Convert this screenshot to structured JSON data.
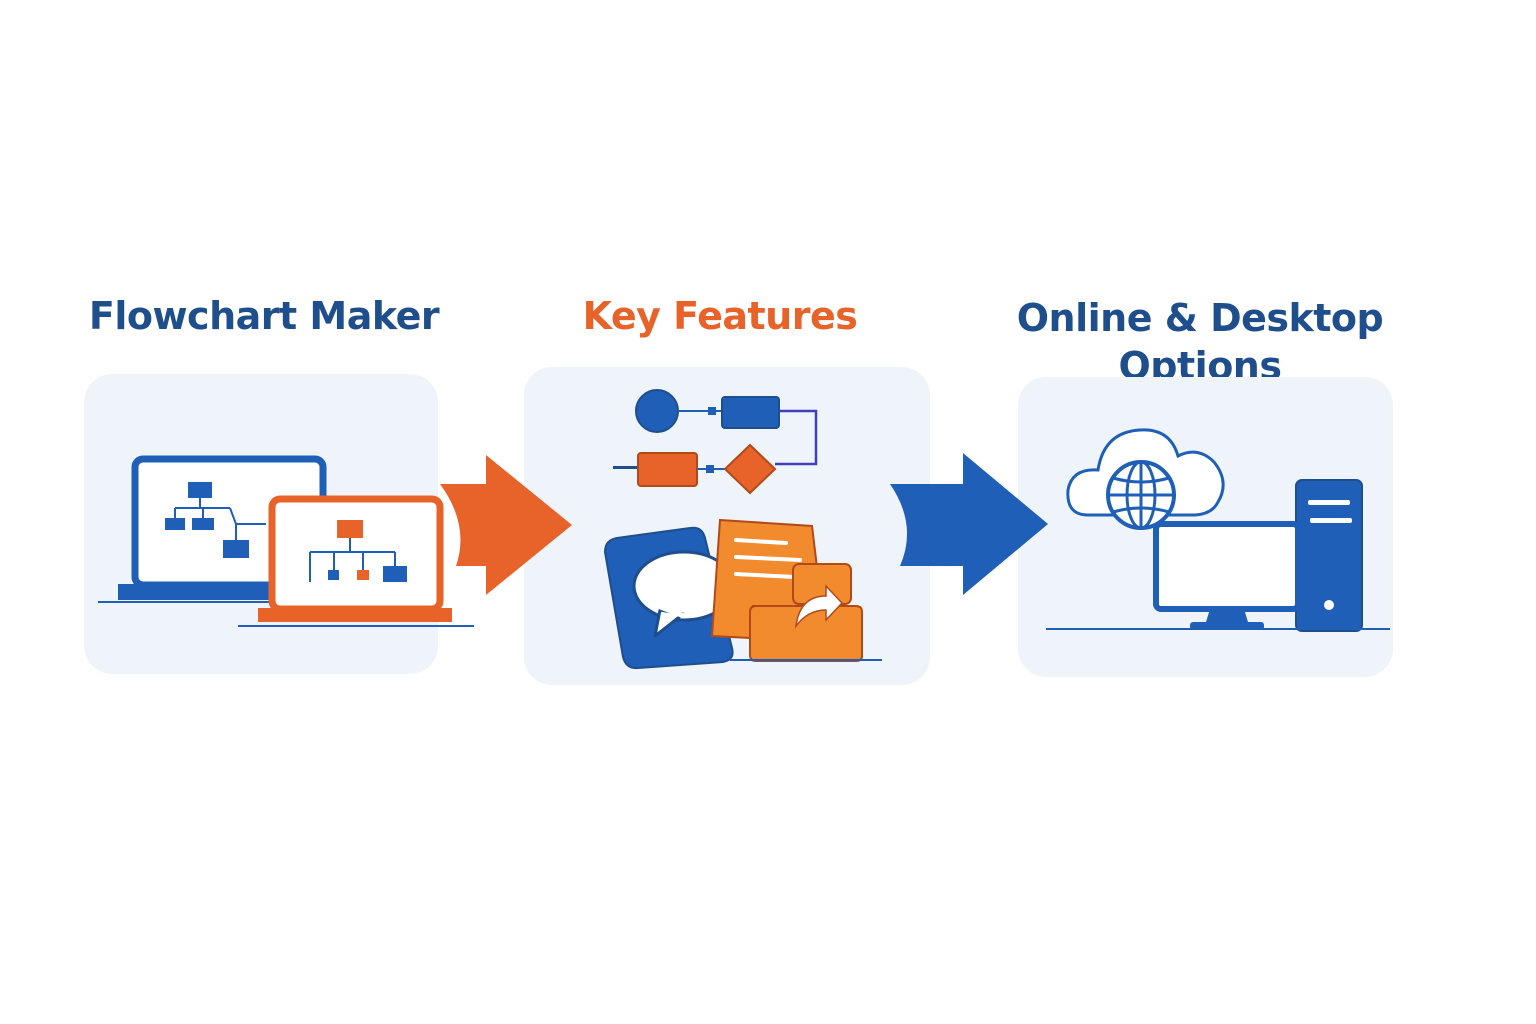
{
  "colors": {
    "blue": "#1f5fb8",
    "blue_dark": "#1f4e8c",
    "orange": "#e8632a",
    "orange_light": "#f28a2e",
    "panel_bg": "#eef4fa"
  },
  "steps": [
    {
      "title": "Flowchart Maker",
      "title_color": "#1f4e8c",
      "icon": "laptops-flowchart-icon"
    },
    {
      "title": "Key Features",
      "title_color": "#e8632a",
      "icon": "features-collage-icon"
    },
    {
      "title": "Online & Desktop Options",
      "title_color": "#1f4e8c",
      "icon": "cloud-desktop-icon"
    }
  ],
  "connectors": [
    {
      "from": 1,
      "to": 2,
      "color": "#e8632a"
    },
    {
      "from": 2,
      "to": 3,
      "color": "#1f5fb8"
    }
  ]
}
